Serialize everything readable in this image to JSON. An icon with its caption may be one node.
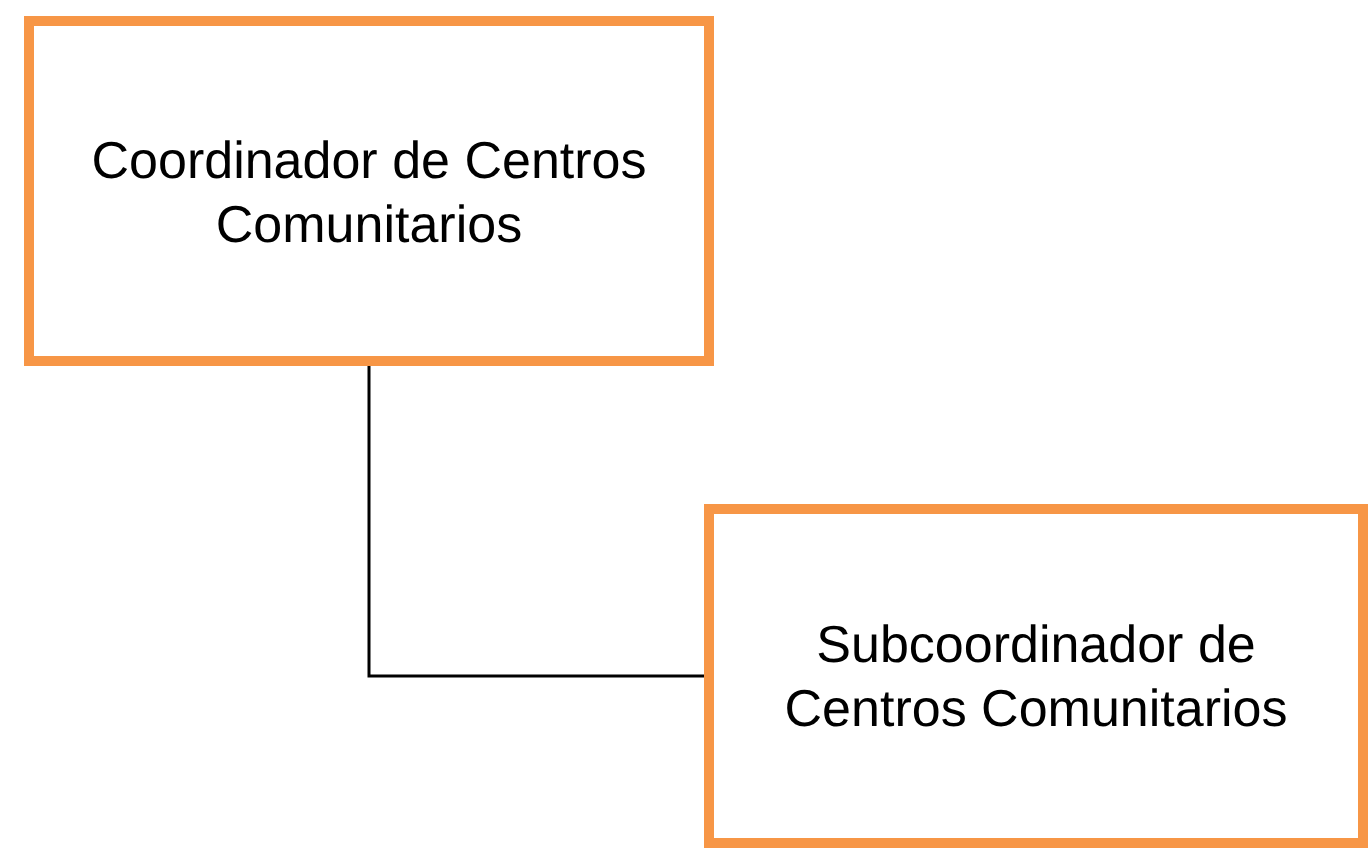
{
  "diagram": {
    "nodes": [
      {
        "text": [
          "Coordinador de Centros Comunitarios"
        ]
      },
      {
        "text": [
          "Subcoordinador de Centros Comunitarios"
        ]
      }
    ],
    "edges": [
      {
        "from": 0,
        "to": 1,
        "arrow": "none"
      }
    ]
  }
}
